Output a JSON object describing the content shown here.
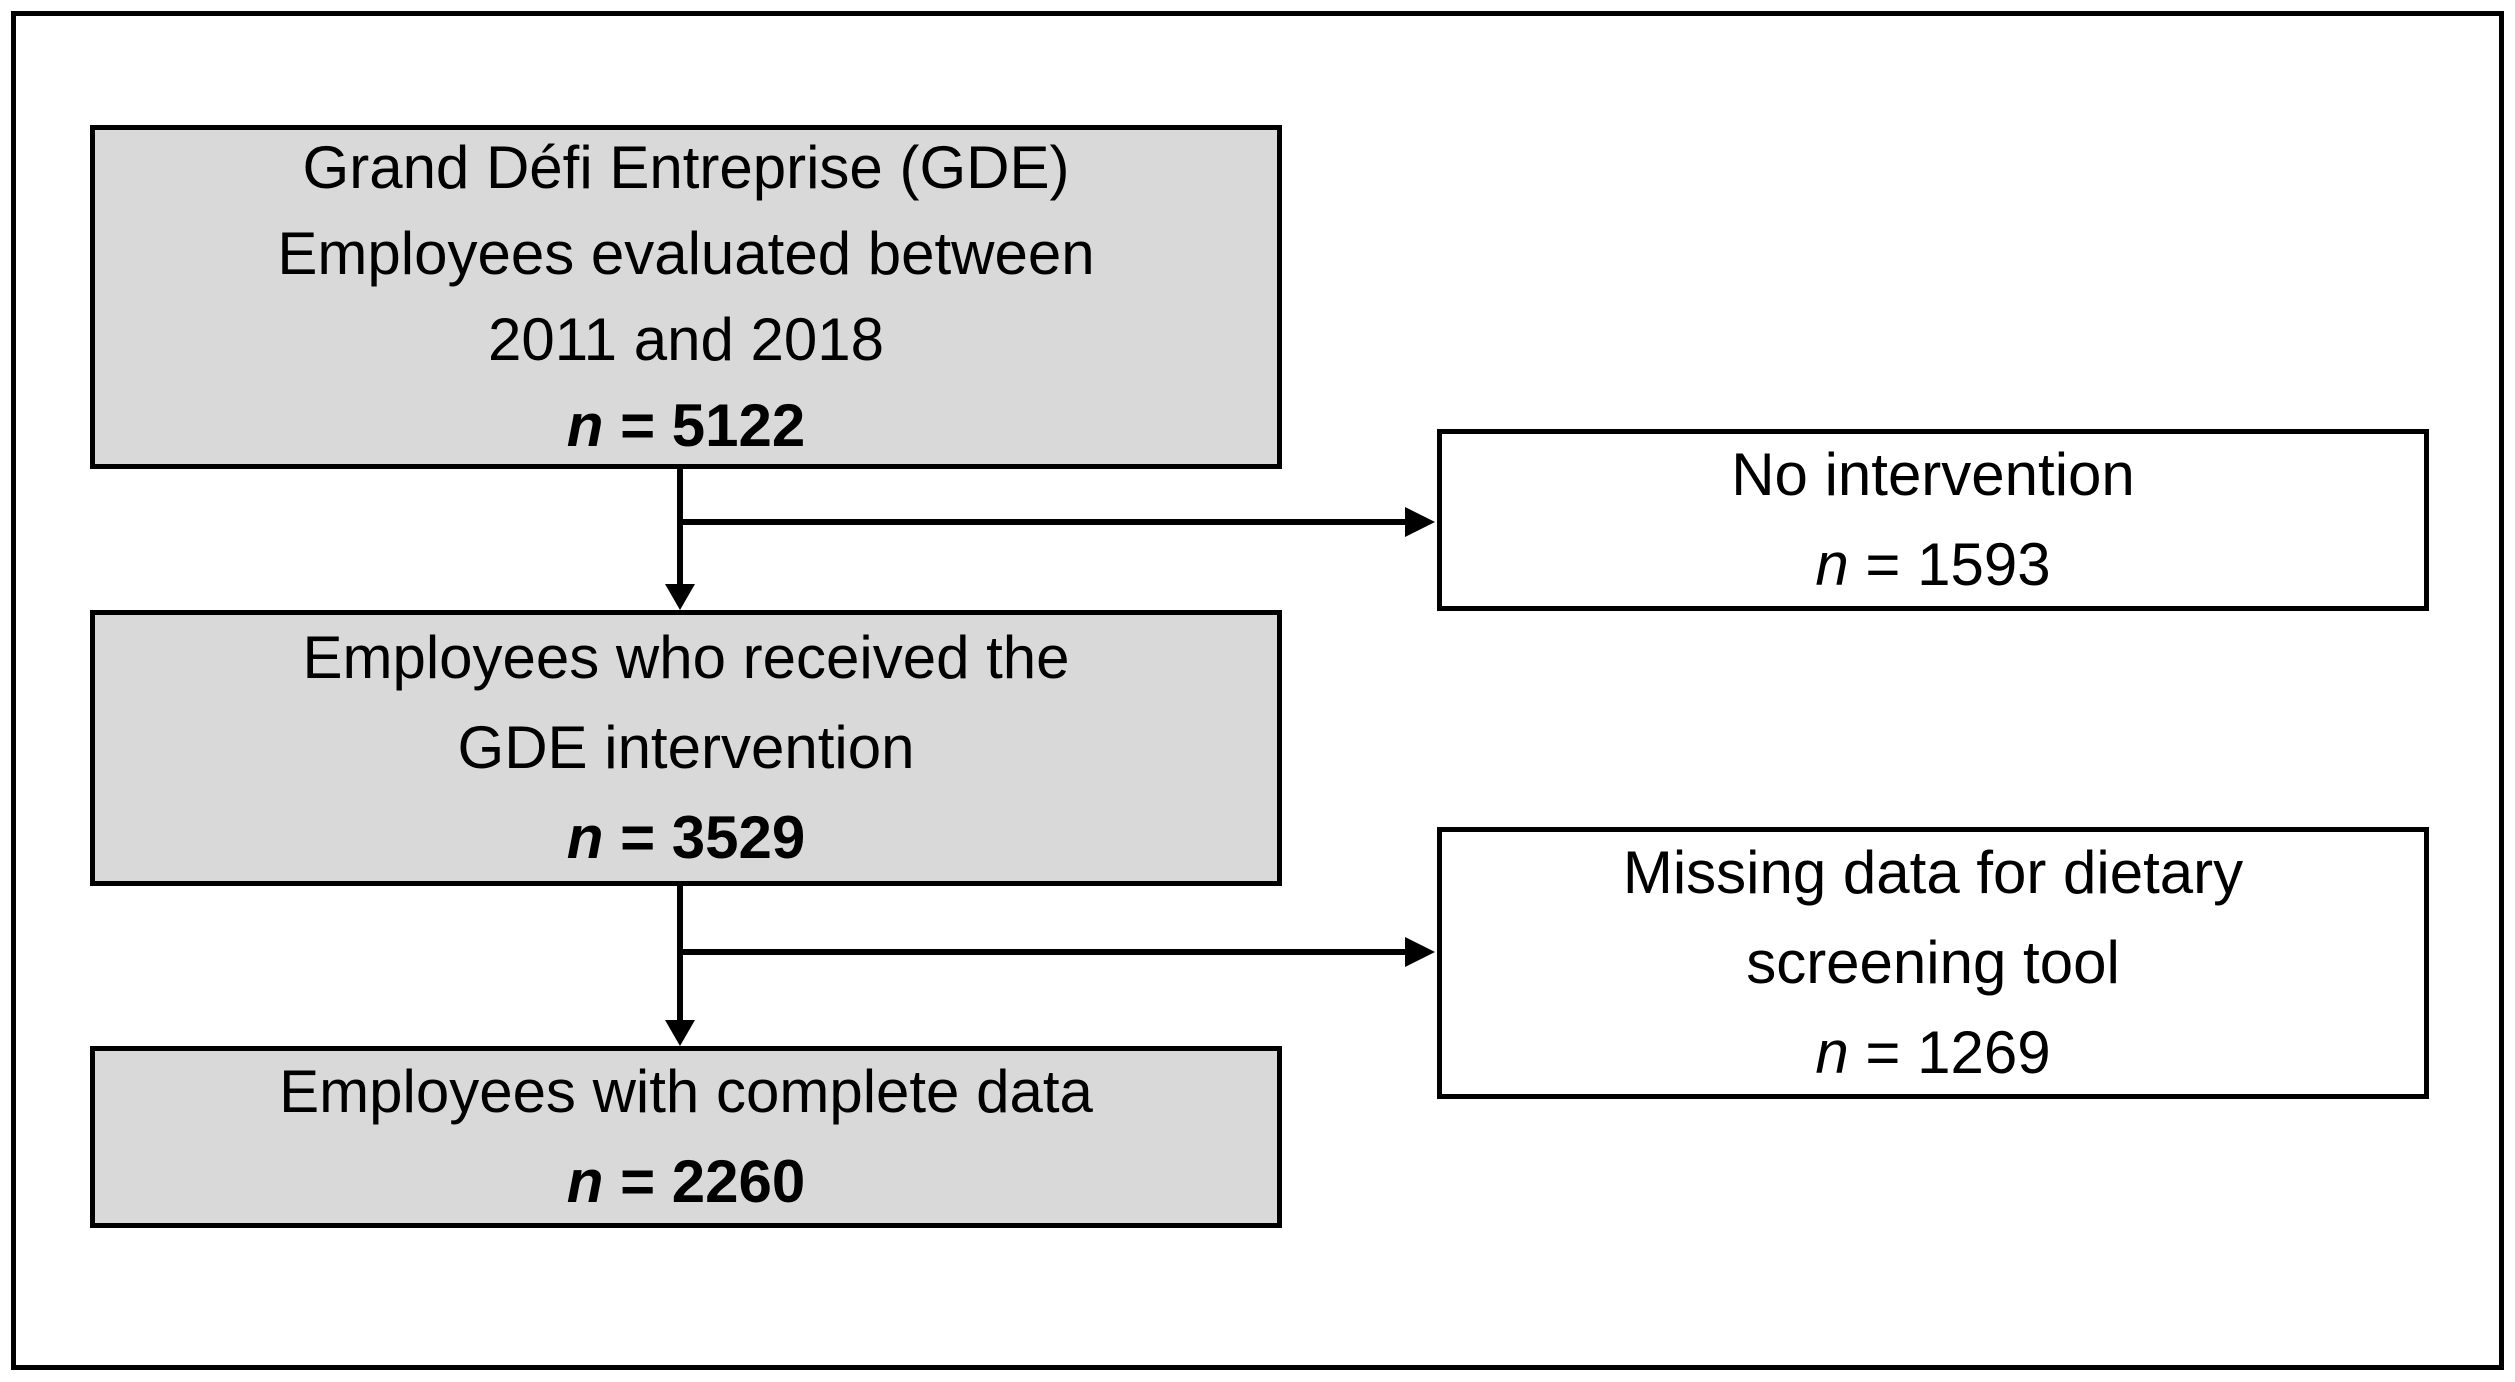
{
  "colors": {
    "box_fill": "#d9d9d9",
    "box_border": "#000000",
    "background": "#ffffff",
    "line_color": "#000000",
    "text_color": "#000000"
  },
  "diagram": {
    "type": "participant-flow-diagram",
    "main_boxes": [
      {
        "id": "gde-total",
        "lines": [
          "Grand Défi Entreprise (GDE)",
          "Employees evaluated between",
          "2011 and 2018"
        ],
        "n_symbol": "n",
        "n_value": "= 5122"
      },
      {
        "id": "received-intervention",
        "lines": [
          "Employees who received the",
          "GDE intervention"
        ],
        "n_symbol": "n",
        "n_value": "= 3529"
      },
      {
        "id": "complete-data",
        "lines": [
          "Employees with complete data"
        ],
        "n_symbol": "n",
        "n_value": "= 2260"
      }
    ],
    "side_boxes": [
      {
        "id": "no-intervention",
        "lines": [
          "No intervention"
        ],
        "n_symbol": "n",
        "n_value": "= 1593"
      },
      {
        "id": "missing-data",
        "lines": [
          "Missing data for dietary",
          "screening tool"
        ],
        "n_symbol": "n",
        "n_value": "= 1269"
      }
    ]
  }
}
